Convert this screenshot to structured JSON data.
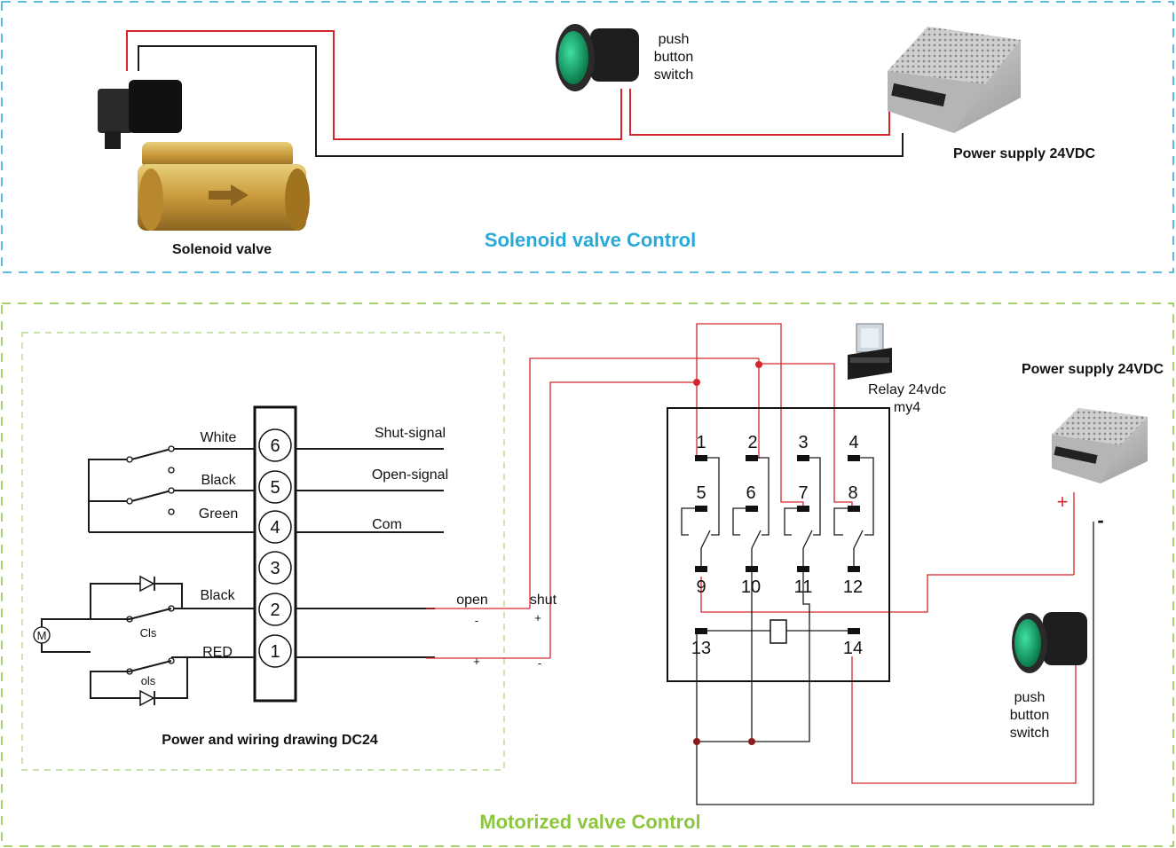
{
  "solenoid_section": {
    "title": "Solenoid valve Control",
    "valve_label": "Solenoid valve",
    "push_button_label": [
      "push",
      "button",
      "switch"
    ],
    "power_supply_label": "Power supply 24VDC"
  },
  "motorized_section": {
    "title": "Motorized valve Control",
    "wiring_title": "Power and wiring drawing DC24",
    "terminals": [
      "6",
      "5",
      "4",
      "3",
      "2",
      "1"
    ],
    "wire_colors": {
      "white": "White",
      "black_top": "Black",
      "green": "Green",
      "black_bottom": "Black",
      "red": "RED"
    },
    "signals": {
      "shut": "Shut-signal",
      "open": "Open-signal",
      "com": "Com"
    },
    "motor_label": "M",
    "limit_labels": {
      "cls": "Cls",
      "ols": "ols"
    },
    "open_label": "open",
    "shut_label": "shut",
    "polarity": {
      "open_top": "-",
      "shut_top": "+",
      "open_bottom": "+",
      "shut_bottom": "-"
    },
    "relay_label": [
      "Relay 24vdc",
      "my4"
    ],
    "relay_pins": [
      "1",
      "2",
      "3",
      "4",
      "5",
      "6",
      "7",
      "8",
      "9",
      "10",
      "11",
      "12",
      "13",
      "14"
    ],
    "power_supply_label": "Power supply 24VDC",
    "plus": "+",
    "minus": "-",
    "push_button_label": [
      "push",
      "button",
      "switch"
    ]
  },
  "colors": {
    "solenoid_border": "#29a9d8",
    "motorized_border": "#8cc63f",
    "wire_red": "#d6262b",
    "wire_black": "#1a1a1a"
  }
}
